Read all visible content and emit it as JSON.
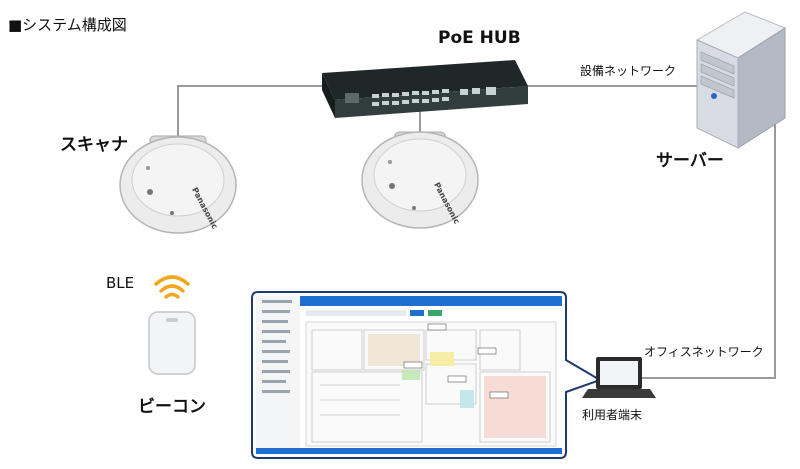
{
  "heading": "■システム構成図",
  "devices": {
    "hub_label": "PoE HUB",
    "server_label": "サーバー",
    "scanner_label": "スキャナ",
    "ble_label": "BLE",
    "beacon_label": "ビーコン",
    "terminal_label": "利用者端末",
    "scanner_brand": "Panasonic"
  },
  "networks": {
    "equipment": "設備ネットワーク",
    "office": "オフィスネットワーク"
  },
  "colors": {
    "line": "#9a9a9a",
    "callout_border": "#1f3b6e",
    "app_header": "#1e6fd0",
    "ble_wave": "#f3a71e",
    "hub_body": "#2f3a3a"
  }
}
